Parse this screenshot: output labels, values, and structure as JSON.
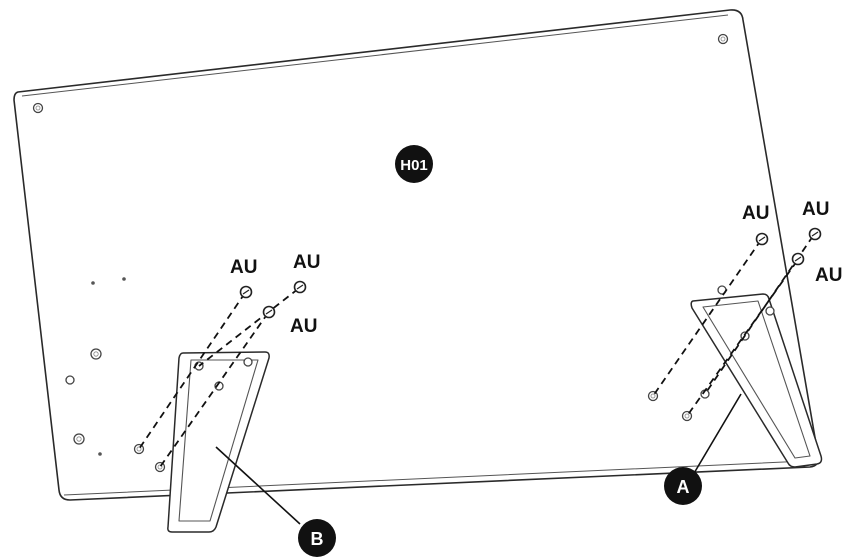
{
  "diagram": {
    "panel_label": "H01",
    "stand_labels": {
      "right_stand": "A",
      "left_stand": "B"
    },
    "screw_label": "AU",
    "colors": {
      "line": "#2a2a2a",
      "badge_fill": "#111111",
      "badge_text": "#ffffff",
      "background": "#ffffff"
    }
  }
}
